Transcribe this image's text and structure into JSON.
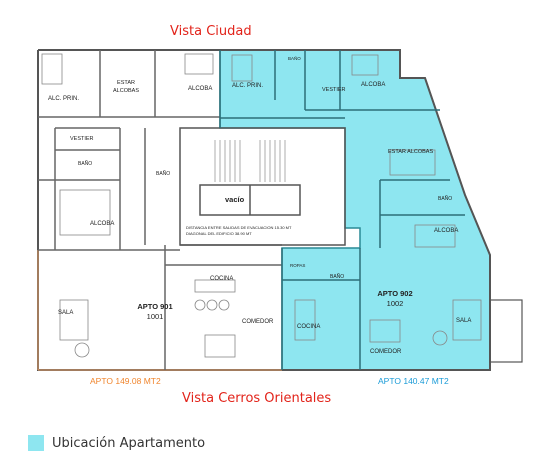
{
  "titles": {
    "top": "Vista Ciudad",
    "bottom": "Vista Cerros Orientales"
  },
  "areas": {
    "left": "APTO  149.08 MT2",
    "right": "APTO  140.47 MT2"
  },
  "legend": {
    "label": "Ubicación Apartamento",
    "color": "#8ee6f0"
  },
  "rooms": {
    "left_master": "ALC. PRIN.",
    "left_study": "ESTAR\nALCOBAS",
    "left_bedroom_top": "ALCOBA",
    "left_closet": "VESTIER",
    "left_bath": "BAÑO",
    "left_bath_2": "BAÑO",
    "left_bedroom_mid": "ALCOBA",
    "left_kitchen": "COCINA",
    "left_unit": "APTO 901\n1001",
    "left_living": "SALA",
    "left_dining": "COMEDOR",
    "right_bath_top": "BAÑO",
    "right_master": "ALC. PRIN.",
    "right_closet": "VESTIER",
    "right_bedroom_top": "ALCOBA",
    "right_study": "ESTAR ALCOBAS",
    "right_bath_mid": "BAÑO",
    "right_bedroom_mid": "ALCOBA",
    "right_bath_lower": "BAÑO",
    "right_laundry": "ROPAS",
    "right_kitchen": "COCINA",
    "right_unit": "APTO 902\n1002",
    "right_living": "SALA",
    "right_dining": "COMEDOR",
    "core_void": "vacío",
    "core_note": "DISTANCIA ENTRE SALIDAS DE EVACUACION  15.30 MT\nDIAGONAL DEL EDIFICIO  38.90 MT"
  },
  "colors": {
    "highlight": "#8ee6f0",
    "title_red": "#e2231a",
    "area_orange": "#f0852d",
    "area_blue": "#1a9bd7"
  }
}
